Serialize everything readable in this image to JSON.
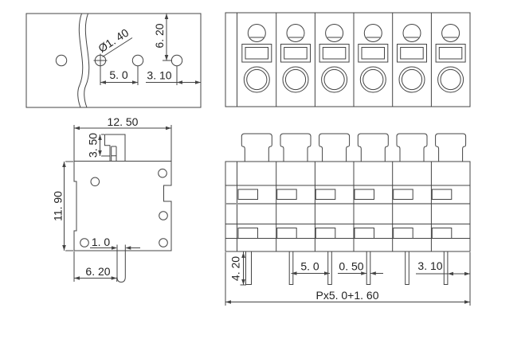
{
  "drawing": {
    "positions": 6
  },
  "dims": {
    "pcb": {
      "hole_diameter": "Ø1. 40",
      "vertical": "6. 20",
      "pitch": "5. 0",
      "edge": "3. 10"
    },
    "side": {
      "width": "12. 50",
      "button_height": "3. 50",
      "body_height": "11. 90",
      "pin_width": "1. 0",
      "pin_offset": "6. 20"
    },
    "front": {
      "pin_length": "4. 20",
      "pitch": "5. 0",
      "pin_width": "0. 50",
      "edge": "3. 10",
      "overall_width": "Px5. 0+1. 60"
    }
  },
  "colors": {
    "line": "#444444",
    "light_line": "#9a9a9a",
    "text": "#222222",
    "background": "#ffffff"
  }
}
